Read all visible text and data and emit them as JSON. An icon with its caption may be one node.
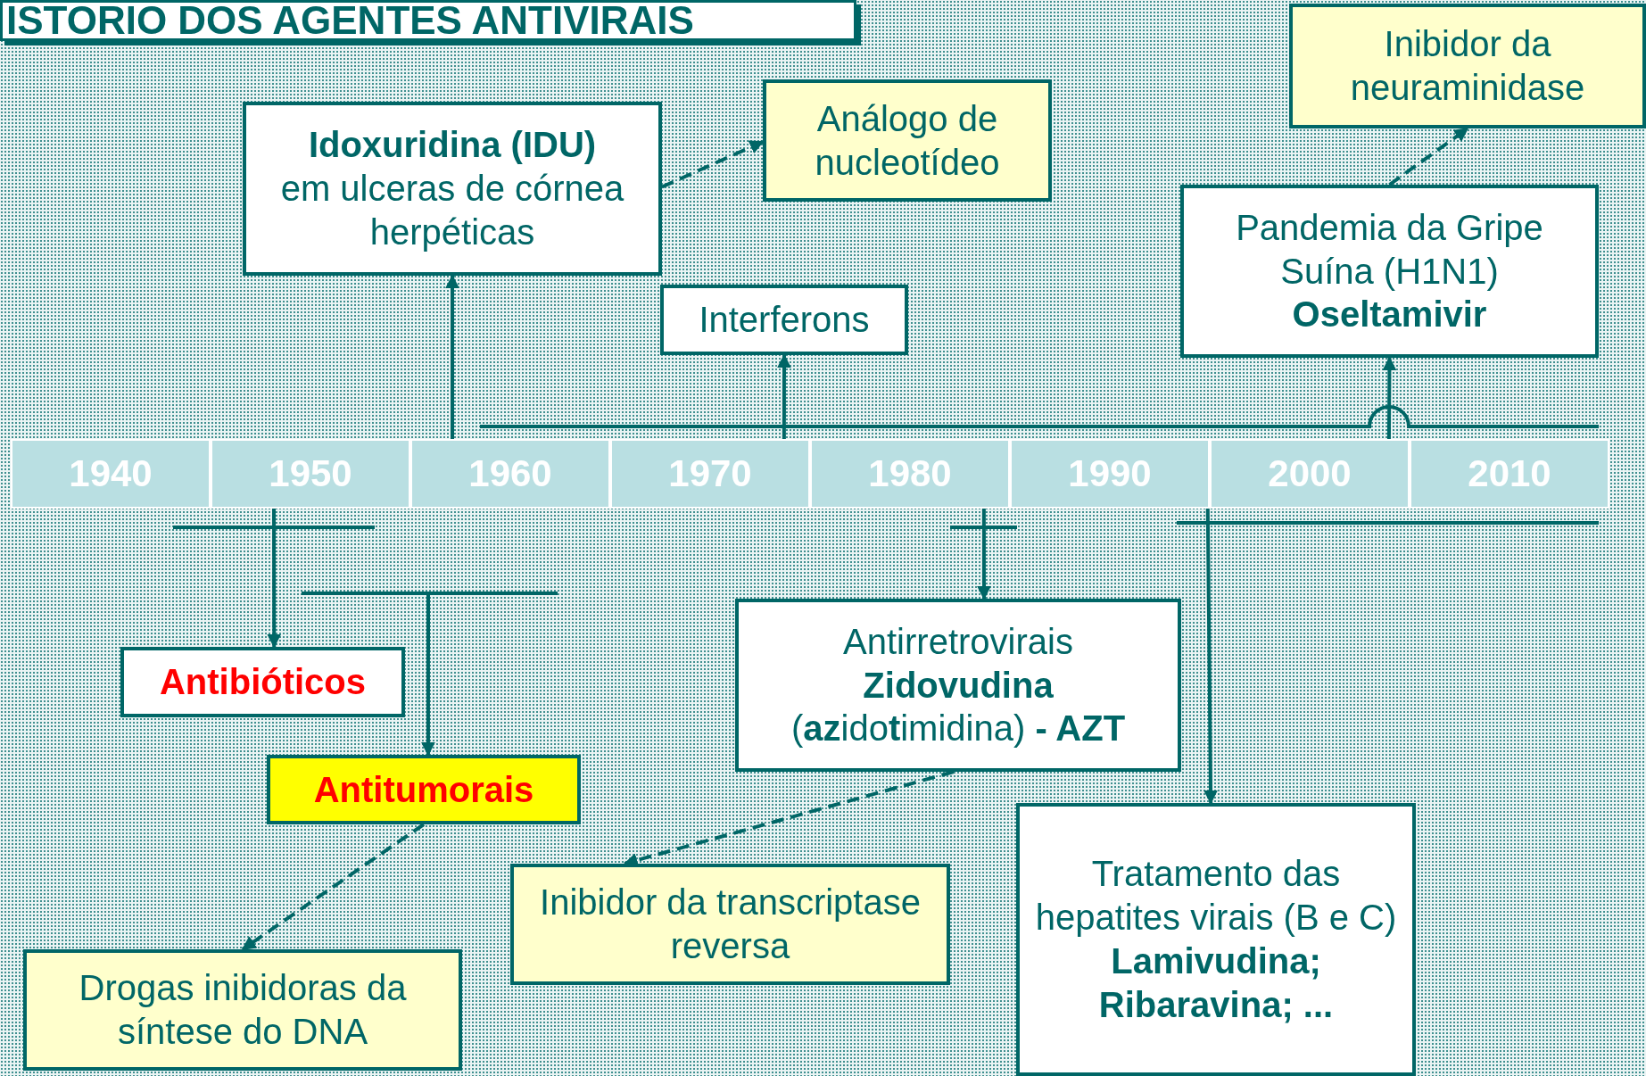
{
  "diagram": {
    "title": "ISTORIO DOS AGENTES ANTIVIRAIS",
    "nodes": [
      {
        "text": [
          "Idoxuridina (IDU)",
          "em ulceras de córnea herpéticas"
        ]
      },
      {
        "text": [
          "Análogo de nucleotídeo"
        ]
      },
      {
        "text": [
          "Inibidor da neuraminidase"
        ]
      },
      {
        "text": [
          "Interferons"
        ]
      },
      {
        "text": [
          "Pandemia da Gripe Suína (H1N1)",
          "Oseltamivir"
        ]
      },
      {
        "text": [
          "Antibióticos"
        ]
      },
      {
        "text": [
          "Antitumorais"
        ]
      },
      {
        "text": [
          "Antirretrovirais",
          "Zidovudina",
          "(**az**ido**t**imidina) **- AZT**"
        ]
      },
      {
        "text": [
          "Inibidor da transcriptase reversa"
        ]
      },
      {
        "text": [
          "Drogas inibidoras da síntese do DNA"
        ]
      },
      {
        "text": [
          "Tratamento das hepatites virais (B e C)",
          "Lamivudina; Ribaravina; ..."
        ]
      },
      {
        "text": [
          "1940"
        ]
      },
      {
        "text": [
          "1950"
        ]
      },
      {
        "text": [
          "1960"
        ]
      },
      {
        "text": [
          "1970"
        ]
      },
      {
        "text": [
          "1980"
        ]
      },
      {
        "text": [
          "1990"
        ]
      },
      {
        "text": [
          "2000"
        ]
      },
      {
        "text": [
          "2010"
        ]
      }
    ],
    "edges": [
      {
        "from": 13,
        "to": 0,
        "arrow": "to"
      },
      {
        "from": 14,
        "to": 3,
        "arrow": "to"
      },
      {
        "from": 17,
        "to": 4,
        "arrow": "to"
      },
      {
        "from": 12,
        "to": 5,
        "arrow": "to"
      },
      {
        "from": null,
        "to": 6,
        "arrow": "to"
      },
      {
        "from": 15,
        "to": 7,
        "arrow": "to"
      },
      {
        "from": 16,
        "to": 10,
        "arrow": "to"
      },
      {
        "from": 0,
        "to": 1,
        "arrow": "to",
        "style": "dashed"
      },
      {
        "from": 4,
        "to": 2,
        "arrow": "to",
        "style": "dashed"
      },
      {
        "from": 7,
        "to": 8,
        "arrow": "to",
        "style": "dashed"
      },
      {
        "from": 6,
        "to": 9,
        "arrow": "to",
        "style": "dashed"
      }
    ]
  }
}
